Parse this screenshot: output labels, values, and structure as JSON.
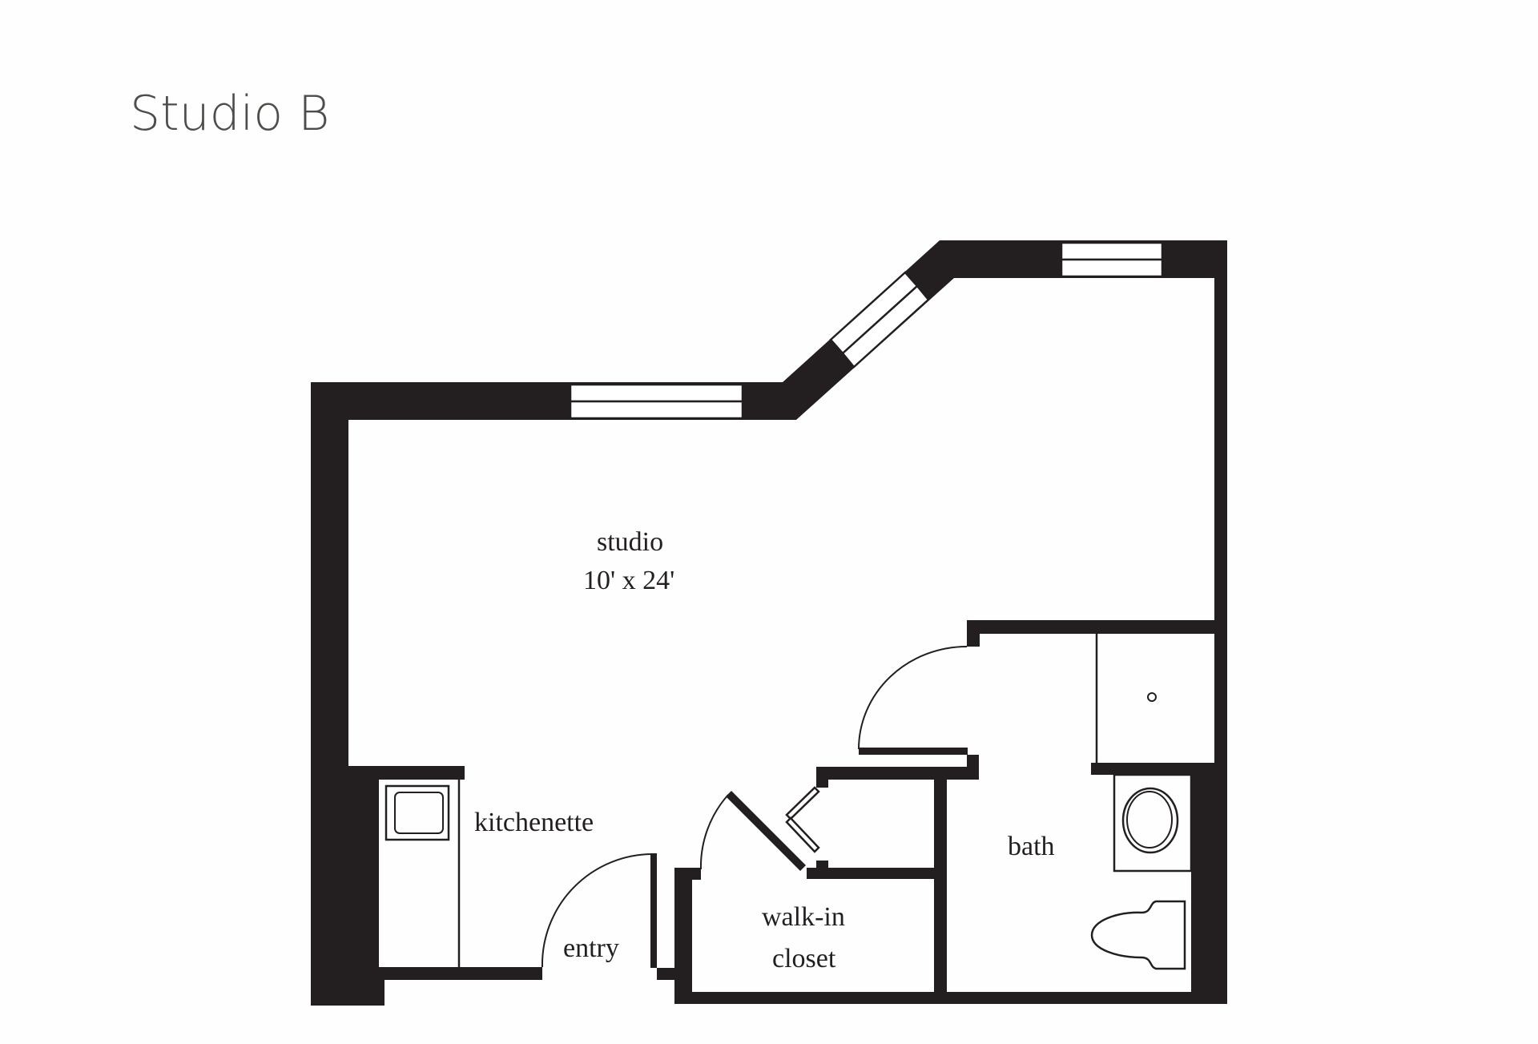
{
  "title": "Studio B",
  "rooms": {
    "studio": {
      "name": "studio",
      "dimensions": "10' x 24'"
    },
    "kitchenette": {
      "name": "kitchenette"
    },
    "entry": {
      "name": "entry"
    },
    "walk_in_closet": {
      "line1": "walk-in",
      "line2": "closet"
    },
    "bath": {
      "name": "bath"
    }
  },
  "colors": {
    "wall": "#231f20",
    "title": "#4f4d49",
    "background": "#fefefe"
  }
}
